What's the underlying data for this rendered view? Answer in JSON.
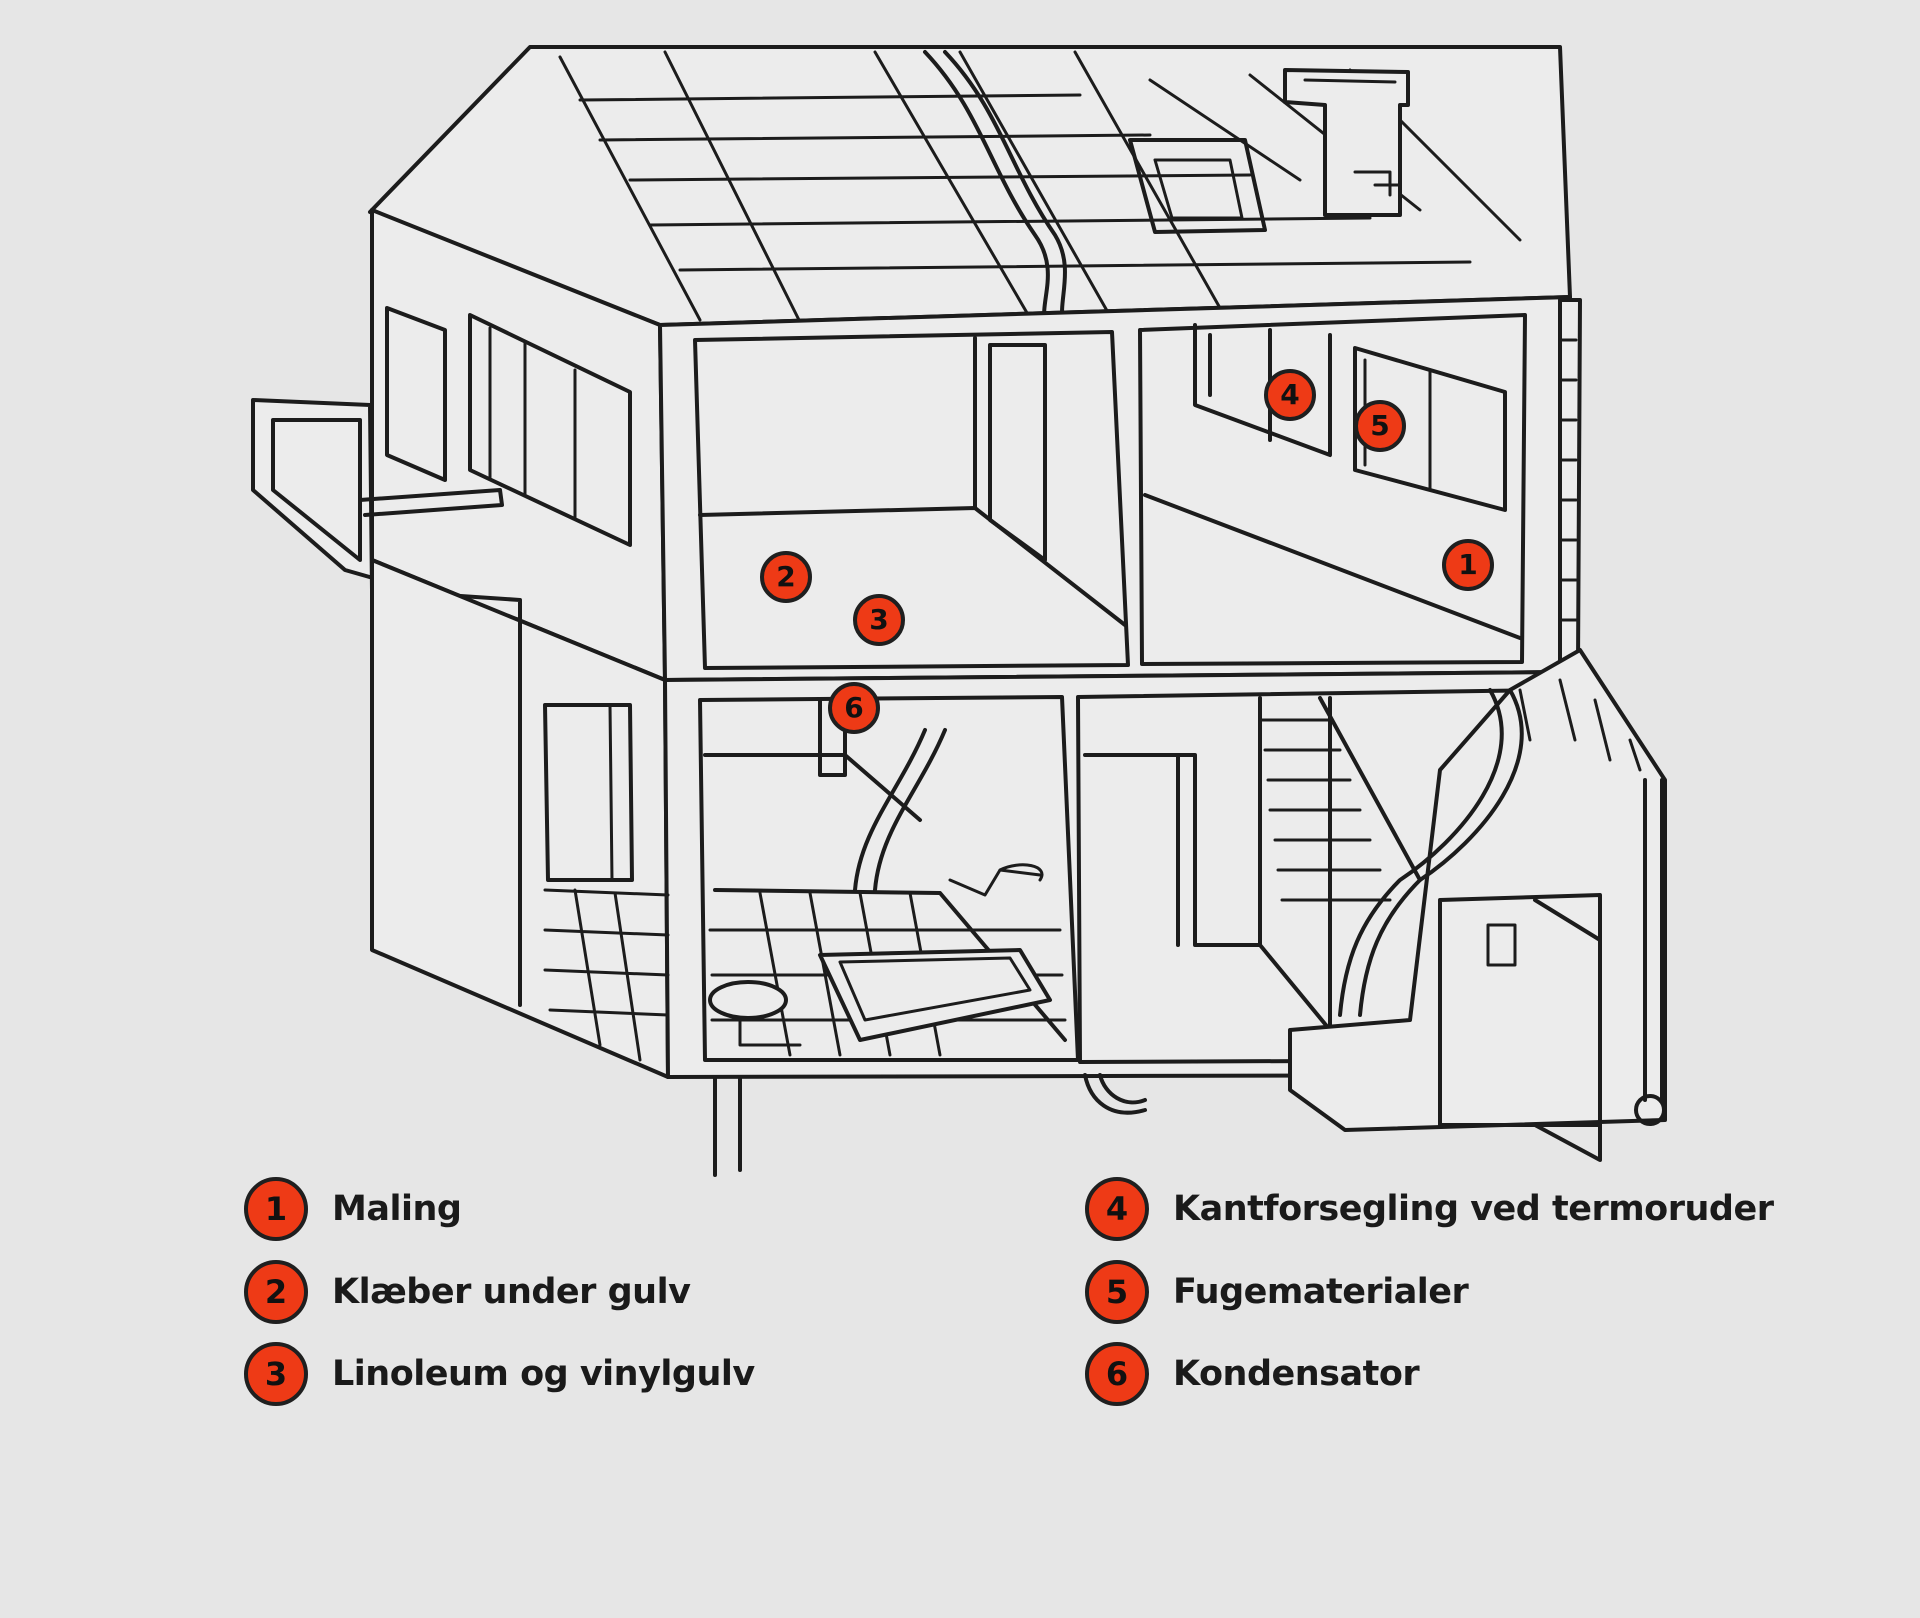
{
  "markers": [
    {
      "num": "1"
    },
    {
      "num": "2"
    },
    {
      "num": "3"
    },
    {
      "num": "4"
    },
    {
      "num": "5"
    },
    {
      "num": "6"
    }
  ],
  "legend": [
    {
      "num": "1",
      "label": "Maling"
    },
    {
      "num": "2",
      "label": "Klæber under gulv"
    },
    {
      "num": "3",
      "label": "Linoleum og vinylgulv"
    },
    {
      "num": "4",
      "label": "Kantforsegling ved termoruder"
    },
    {
      "num": "5",
      "label": "Fugematerialer"
    },
    {
      "num": "6",
      "label": "Kondensator"
    }
  ],
  "colors": {
    "marker": "#ee3a16",
    "background": "#e6e6e6",
    "line": "#1c1c1c"
  }
}
